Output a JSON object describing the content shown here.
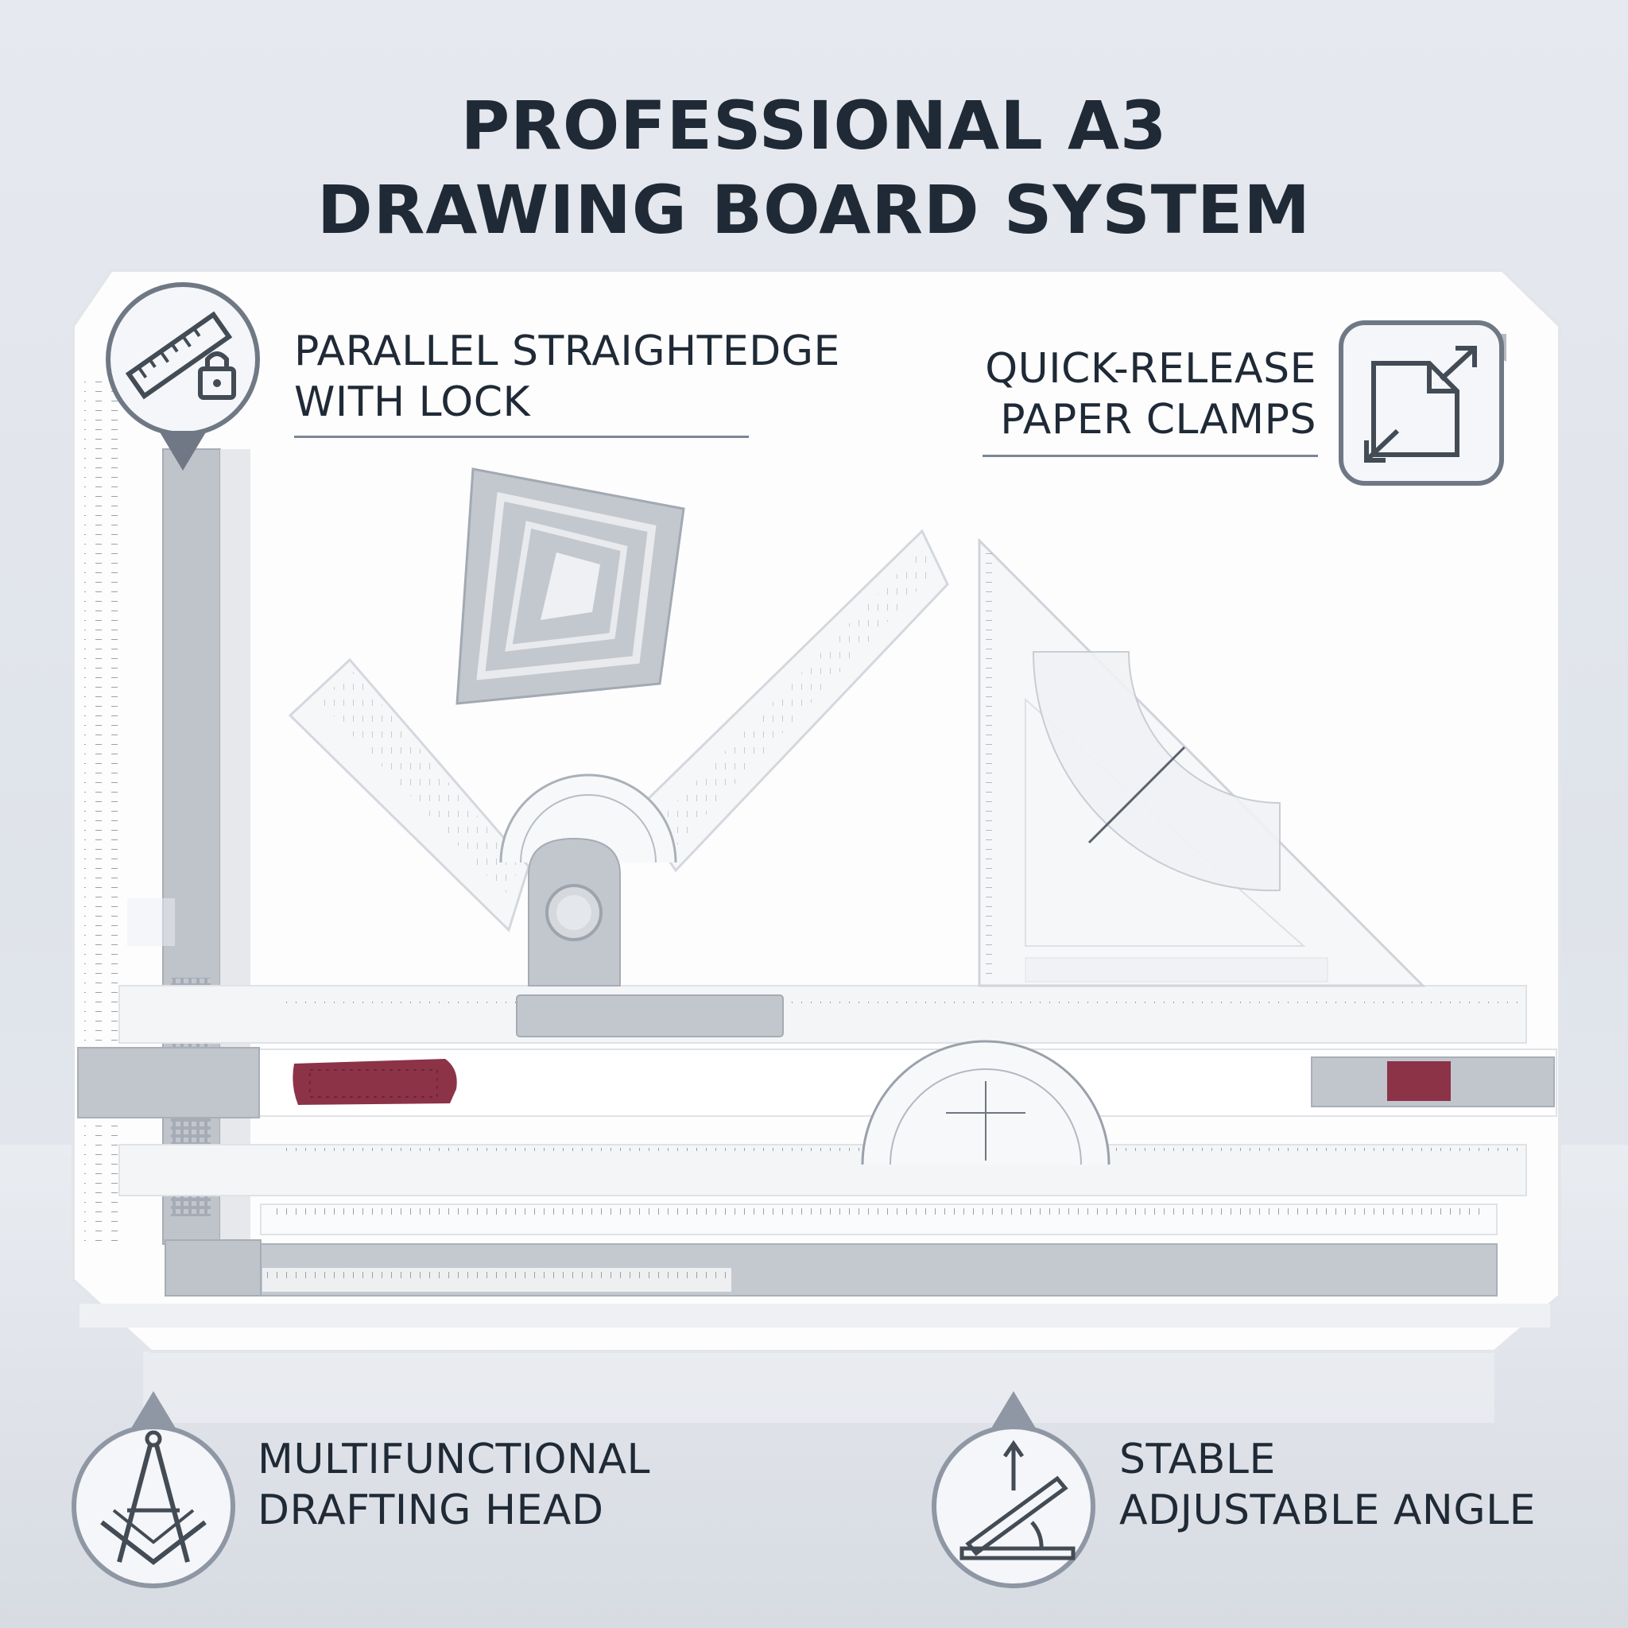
{
  "title": {
    "line1": "PROFESSIONAL A3",
    "line2": "DRAWING BOARD SYSTEM"
  },
  "features": [
    {
      "line1": "PARALLEL STRAIGHTEDGE",
      "line2": "WITH LOCK",
      "icon": "ruler-lock-icon"
    },
    {
      "line1": "QUICK-RELEASE",
      "line2": "PAPER CLAMPS",
      "icon": "paper-expand-icon"
    },
    {
      "line1": "MULTIFUNCTIONAL",
      "line2": "DRAFTING HEAD",
      "icon": "compass-square-icon"
    },
    {
      "line1": "STABLE",
      "line2": "ADJUSTABLE ANGLE",
      "icon": "tilt-angle-icon"
    }
  ],
  "colors": {
    "title_text": "#1f2a36",
    "board": "#ffffff",
    "grey_parts": "#b9bec6",
    "clamp_red": "#8c3348",
    "icon_stroke": "#6f7884"
  }
}
